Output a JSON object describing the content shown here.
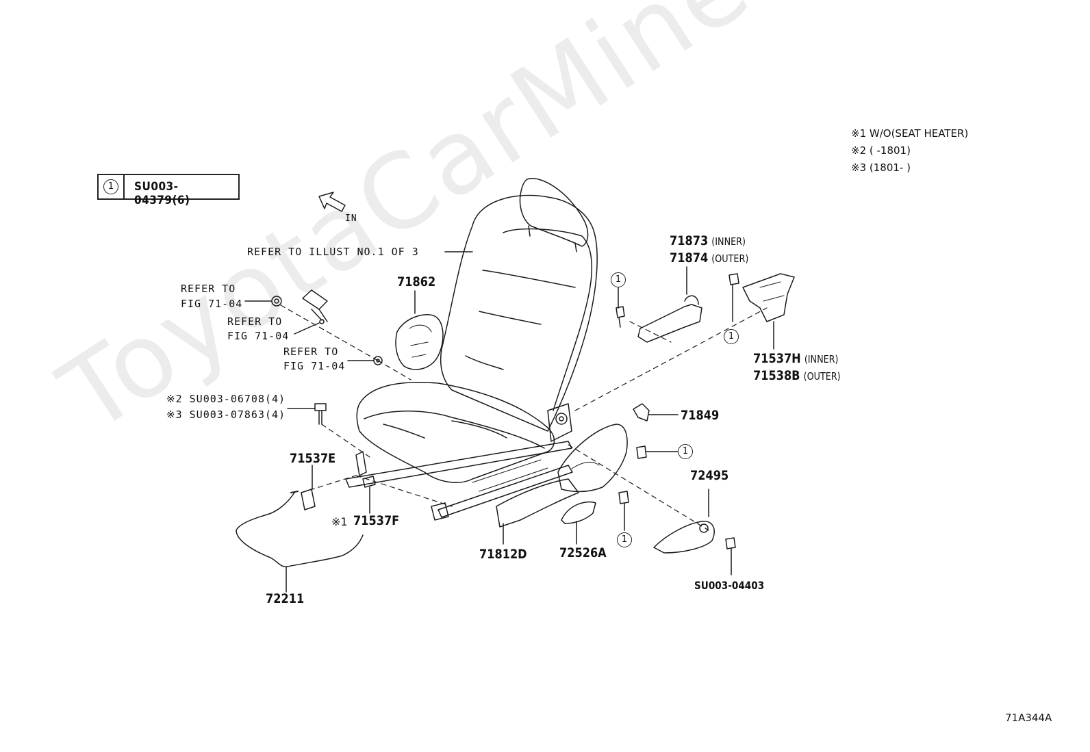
{
  "watermark": "ToyotaCarMine.ru",
  "legend": {
    "mark": "1",
    "code": "SU003-04379(6)"
  },
  "notes": [
    "※1 W/O(SEAT HEATER)",
    "※2 (       -1801)",
    "※3 (1801-       )"
  ],
  "direction": "IN",
  "refer_seat": "REFER TO ILLUST NO.1 OF 3",
  "refer_fig": {
    "a_line1": "REFER TO",
    "a_line2": "FIG 71-04",
    "b_line1": "REFER TO",
    "b_line2": "FIG 71-04",
    "c_line1": "REFER TO",
    "c_line2": "FIG 71-04"
  },
  "parts": {
    "p71862": "71862",
    "p71873": "71873",
    "p71873_sub": "(INNER)",
    "p71874": "71874",
    "p71874_sub": "(OUTER)",
    "p71537h": "71537H",
    "p71537h_sub": "(INNER)",
    "p71538b": "71538B",
    "p71538b_sub": "(OUTER)",
    "p71849": "71849",
    "p72495": "72495",
    "p71537e": "71537E",
    "p71537f": "71537F",
    "p71537f_mark": "※1",
    "p71812d": "71812D",
    "p72526a": "72526A",
    "p72211": "72211",
    "su_bolt_2": "※2 SU003-06708(4)",
    "su_bolt_3": "※3 SU003-07863(4)",
    "su_04403": "SU003-04403"
  },
  "callout_mark": "1",
  "figure_code": "71A344A"
}
